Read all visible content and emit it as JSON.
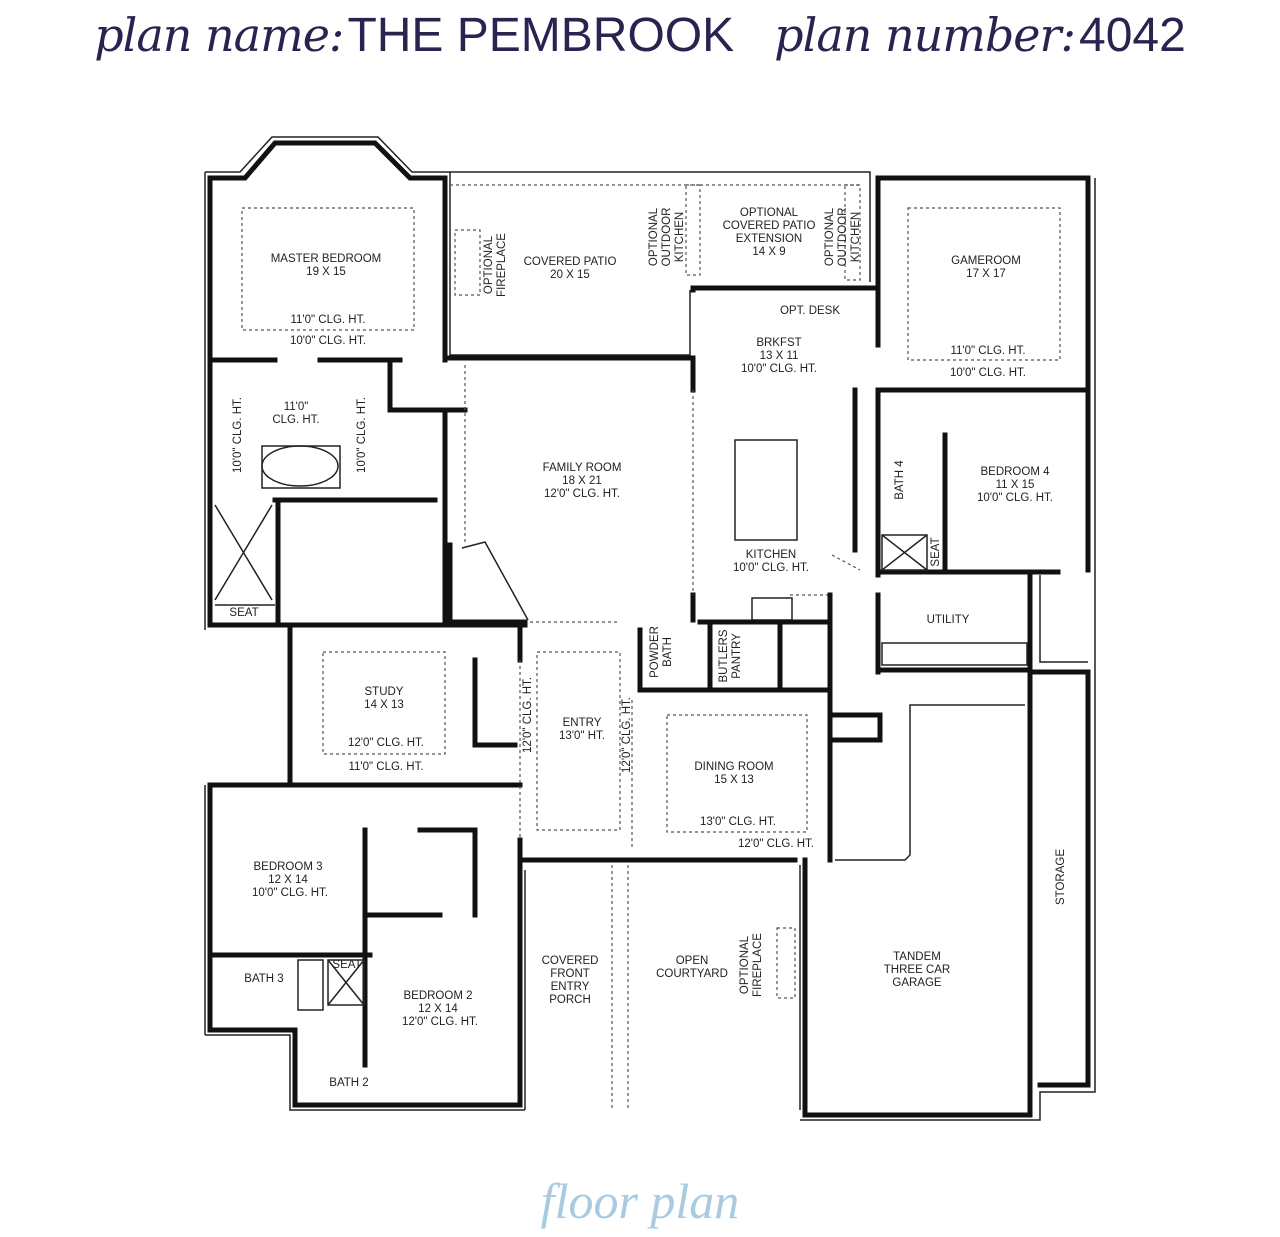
{
  "header": {
    "plan_name_label": "plan name:",
    "plan_name": "THE PEMBROOK",
    "plan_number_label": "plan number:",
    "plan_number": "4042"
  },
  "footer": {
    "label": "floor plan"
  },
  "colors": {
    "title": "#2a2350",
    "footer": "#a9cbe2",
    "walls": "#111111"
  },
  "rooms": {
    "master_bedroom": [
      "MASTER BEDROOM",
      "19 X 15",
      "11'0\" CLG. HT.",
      "10'0\" CLG. HT."
    ],
    "master_bath": [
      "11'0\"",
      "CLG. HT.",
      "10'0\" CLG. HT.",
      "10'0\" CLG. HT.",
      "SEAT"
    ],
    "covered_patio": [
      "COVERED PATIO",
      "20 X 15"
    ],
    "optional_fireplace_patio": [
      "OPTIONAL",
      "FIREPLACE"
    ],
    "optional_outdoor_kitchen_1": [
      "OPTIONAL",
      "OUTDOOR",
      "KITCHEN"
    ],
    "patio_extension": [
      "OPTIONAL",
      "COVERED PATIO",
      "EXTENSION",
      "14 X 9"
    ],
    "optional_outdoor_kitchen_2": [
      "OPTIONAL",
      "OUTDOOR",
      "KITCHEN"
    ],
    "gameroom": [
      "GAMEROOM",
      "17 X 17",
      "11'0\" CLG. HT.",
      "10'0\" CLG. HT."
    ],
    "brkfst": [
      "OPT. DESK",
      "BRKFST",
      "13 X 11",
      "10'0\" CLG. HT."
    ],
    "family_room": [
      "FAMILY ROOM",
      "18 X 21",
      "12'0\" CLG. HT."
    ],
    "kitchen": [
      "KITCHEN",
      "10'0\" CLG. HT."
    ],
    "bath_4": [
      "BATH 4",
      "SEAT"
    ],
    "bedroom_4": [
      "BEDROOM 4",
      "11 X 15",
      "10'0\" CLG. HT."
    ],
    "utility": [
      "UTILITY"
    ],
    "study": [
      "STUDY",
      "14 X 13",
      "12'0\" CLG. HT.",
      "11'0\" CLG. HT."
    ],
    "entry": [
      "ENTRY",
      "13'0\" HT.",
      "12'0\" CLG. HT.",
      "12'0\" CLG. HT."
    ],
    "powder_bath": [
      "POWDER",
      "BATH"
    ],
    "butlers_pantry": [
      "BUTLERS",
      "PANTRY"
    ],
    "dining_room": [
      "DINING ROOM",
      "15 X 13",
      "13'0\" CLG. HT.",
      "12'0\" CLG. HT."
    ],
    "bedroom_3": [
      "BEDROOM 3",
      "12 X 14",
      "10'0\" CLG. HT."
    ],
    "bath_3": [
      "BATH 3",
      "SEAT"
    ],
    "bedroom_2": [
      "BEDROOM 2",
      "12 X 14",
      "12'0\" CLG. HT."
    ],
    "bath_2": [
      "BATH 2"
    ],
    "front_porch": [
      "COVERED",
      "FRONT",
      "ENTRY",
      "PORCH"
    ],
    "courtyard": [
      "OPEN",
      "COURTYARD"
    ],
    "optional_fireplace_courtyard": [
      "OPTIONAL",
      "FIREPLACE"
    ],
    "garage": [
      "TANDEM",
      "THREE CAR",
      "GARAGE"
    ],
    "storage": [
      "STORAGE"
    ]
  }
}
